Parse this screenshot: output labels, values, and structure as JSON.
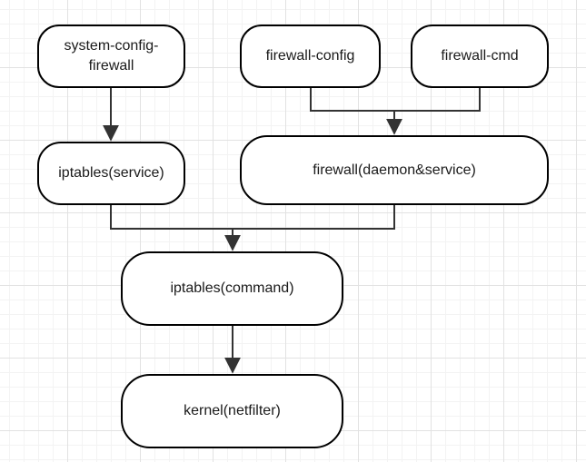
{
  "nodes": {
    "system_config_firewall": "system-config-\nfirewall",
    "firewall_config": "firewall-config",
    "firewall_cmd": "firewall-cmd",
    "iptables_service": "iptables(service)",
    "firewall_daemon": "firewall(daemon&service)",
    "iptables_command": "iptables(command)",
    "kernel": "kernel(netfilter)"
  },
  "colors": {
    "stroke": "#000000",
    "node_fill": "#ffffff",
    "text": "#1a1a1a",
    "grid_major": "#e2e2e2",
    "grid_minor": "#f3f3f3"
  }
}
